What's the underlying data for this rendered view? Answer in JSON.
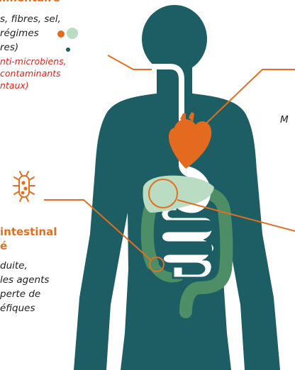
{
  "top_left": {
    "title_fragment": "limentaire",
    "line1": "s, fibres, sel,",
    "line2": "régimes",
    "line3": "res)",
    "red1": "nti-microbiens,",
    "red2": "contaminants",
    "red3": "ntaux)"
  },
  "right": {
    "fragment": "M"
  },
  "intestinal": {
    "title1": "intestinal",
    "title2": "é",
    "line1": "duite,",
    "line2": "les agents",
    "line3": "perte de",
    "line4": "éfiques"
  },
  "colors": {
    "body": "#1c5e63",
    "gut": "#ffffff",
    "heart": "#e36a1e",
    "liver": "#b9dcc3",
    "colon": "#4e8e67",
    "accent": "#e36f1e",
    "red_text": "#e2231a"
  },
  "icons": [
    "bacterium-icon",
    "food-dots-icon"
  ]
}
